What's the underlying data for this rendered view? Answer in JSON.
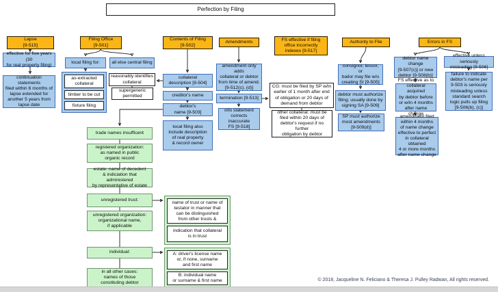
{
  "page": {
    "title": "Perfection by Filing",
    "footer": "© 2018, Jacqueline N. Feliciano & Theresa J. Pulley Radwan, All rights reserved."
  },
  "colors": {
    "header_orange": "#FBB616",
    "box_blue": "#A9CBEC",
    "box_blue_border": "#3F6DB5",
    "box_green": "#CBF3CA",
    "box_white": "#FFFFFF"
  },
  "lapse": {
    "header": "Lapse\n[9-515]",
    "effective": "effective for five years (30\nfor real property filing)",
    "continuation": "continuation statements\nfiled within 6 months of\nlapse extended for\nanother 5 years from\nlapse date"
  },
  "filing_office": {
    "header": "Filing Office\n[9-501]",
    "local": "local filing for:",
    "central": "all else central filing",
    "local_items": [
      "as-extracted\ncollateral",
      "timber to be cut",
      "fixture filing"
    ]
  },
  "contents": {
    "header": "Contents of Filing\n[9-502]",
    "collateral": "collateral\ndescription [9-504]",
    "reasonably": "reasonably identifies\ncollateral",
    "supergeneric": "supergeneric\npermitted",
    "creditor": "creditor's name",
    "debtor": "debtor's\nname [9-503]",
    "local_also": "local filing also\ninclude description\nof real property\n& record owner"
  },
  "debtor_name": {
    "trade": "trade names insufficent",
    "registered": "registered organization:\nas named in public\norganic record",
    "estate": "estate: name of decedent\n& indiciation that administered\nby representative of estate",
    "trust": "unregistered trust:",
    "trust_items": [
      "name of trust or name of\ntestator in manner that\ncan be distinguished\nfrom other trusts &",
      "indication that collateral\nis in trust"
    ],
    "unregistered": "unregistered organization:\norganizational name,\nif applicable",
    "individual": "individual:",
    "individual_items": [
      "A: driver's license name\nor, if none, surname\nand first name",
      "B: individual name\nor surname & first name"
    ],
    "other": "in all other cases:\nnames of those\nconstituting debtor"
  },
  "amendments": {
    "header": "Amendments",
    "adds": "amendment only adds\ncollateral or debtor\nfrom time of amend.\n[9-512(c), (d)]",
    "termination": "termination [9-513]",
    "info": "info statement\ncorrects inaccurate\nFS [9-518]",
    "cg": "CG: must be filed by SP w/in\nearlier of 1 month after end\nof obligation or 20 days of\ndemand from debtor",
    "other_collateral": "other collateral: must be\nfiled within 20 days of\ndebtor's request if no further\nobligation by debtor"
  },
  "fs_effective": "FS effective if filing\noffice incorrectly\nindexes [9-517]",
  "authority": {
    "header": "Authority to File",
    "consignor": "consignor, lessor, or\nbailor may file w/o\ncreating SI [9-505]",
    "debtor_auth": "debtor must authorize\nfiling; usually done by\nsigning SA [9-509]",
    "sp": "SP must authorize\nmost amendments\n[9-509(d)]"
  },
  "errors": {
    "header": "Errors in FS",
    "name_change": "debtor name change\n[9-507(c)] or new\ndebtor [9-508(b)]",
    "fs_4months": "FS effective as to\ncollateral acquired\nby debtor before\nor w/in 4 months\nafter name change",
    "amendment_4months": "amendment filed\nwithin 4 months\nof name change\neffective to perfect\nin collateral obtained\n4 or more months\nafter name change",
    "misleading": "effective unless seriously\nmisleading [9-506]",
    "failure": "failure to indicate\ndebtor's name per\n9-503 is seriously\nmisleading unless\nstandard search\nlogic pulls up filing\n[9-506(b), (c)]"
  }
}
